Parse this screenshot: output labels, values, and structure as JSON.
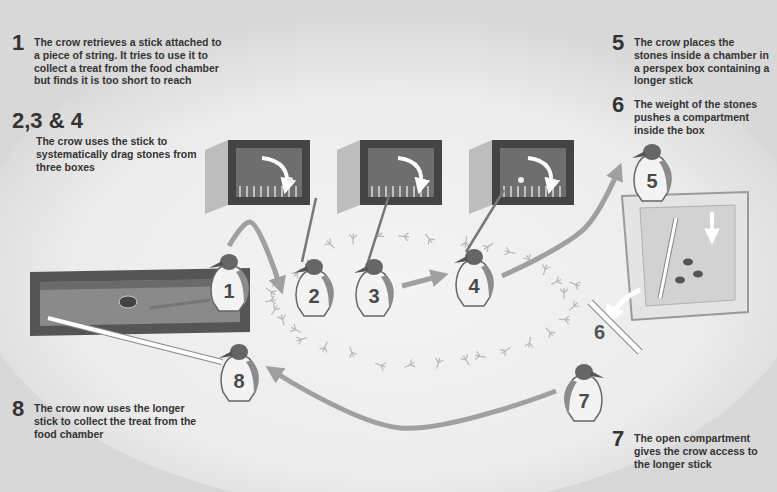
{
  "diagram": {
    "nodes": [
      {
        "text": [
          "1"
        ]
      },
      {
        "text": [
          "2"
        ]
      },
      {
        "text": [
          "3"
        ]
      },
      {
        "text": [
          "4"
        ]
      },
      {
        "text": [
          "5"
        ]
      },
      {
        "text": [
          "7"
        ]
      },
      {
        "text": [
          "8"
        ]
      }
    ],
    "edges": [
      {
        "from": 0,
        "to": 1,
        "arrow": "to"
      },
      {
        "from": 2,
        "to": 3,
        "arrow": "to"
      },
      {
        "from": 3,
        "to": 4,
        "arrow": "to"
      },
      {
        "from": 5,
        "to": 6,
        "arrow": "to"
      }
    ],
    "labels": [
      "1",
      "The crow retrieves a stick attached to a piece of string. It tries to use it to collect a treat from the food chamber but finds it is too short to reach",
      "2,3 & 4",
      "The crow uses the stick to systematically drag stones from three boxes",
      "5",
      "The crow places the stones inside a chamber in a perspex box containing a longer stick",
      "6",
      "The weight of the stones pushes a compartment inside the box",
      "8",
      "The crow now uses the longer stick to collect the treat from the food chamber",
      "7",
      "The open compartment gives the crow access to the longer stick",
      "6"
    ]
  }
}
